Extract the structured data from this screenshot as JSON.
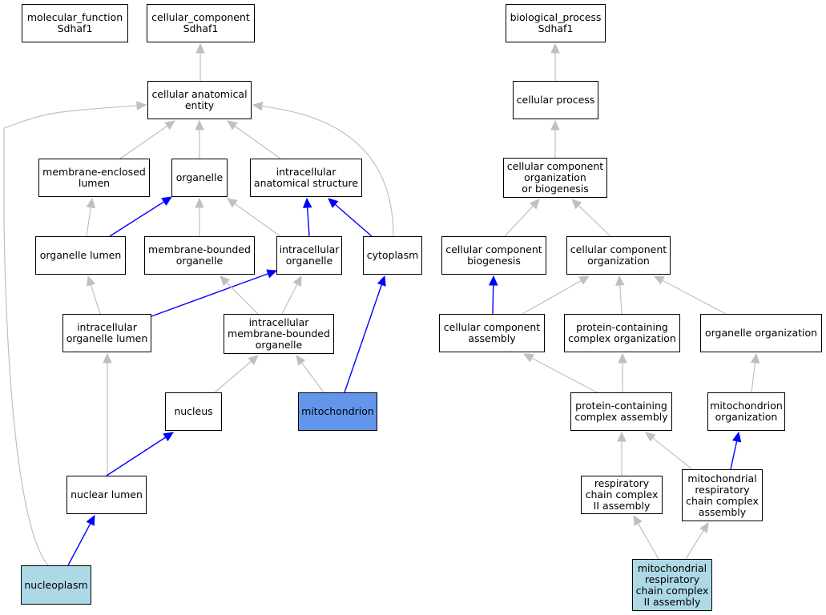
{
  "colors": {
    "plain_fill": "#ffffff",
    "selected_fill": "#6495ed",
    "query_fill": "#add8e6",
    "gray_edge": "#c0c0c0",
    "blue_edge": "#0000ff",
    "border": "#000000"
  },
  "nodes": [
    {
      "id": "molecular_function",
      "lines": [
        "molecular_function",
        "Sdhaf1"
      ],
      "style": "plain"
    },
    {
      "id": "cellular_component",
      "lines": [
        "cellular_component",
        "Sdhaf1"
      ],
      "style": "plain"
    },
    {
      "id": "biological_process",
      "lines": [
        "biological_process",
        "Sdhaf1"
      ],
      "style": "plain"
    },
    {
      "id": "cellular_anatomical_entity",
      "lines": [
        "cellular anatomical",
        "entity"
      ],
      "style": "plain"
    },
    {
      "id": "cellular_process",
      "lines": [
        "cellular process"
      ],
      "style": "plain"
    },
    {
      "id": "membrane_enclosed_lumen",
      "lines": [
        "membrane-enclosed",
        "lumen"
      ],
      "style": "plain"
    },
    {
      "id": "organelle",
      "lines": [
        "organelle"
      ],
      "style": "plain"
    },
    {
      "id": "intracellular_anatomical_structure",
      "lines": [
        "intracellular",
        "anatomical structure"
      ],
      "style": "plain"
    },
    {
      "id": "cc_org_or_biogenesis",
      "lines": [
        "cellular component",
        "organization",
        "or biogenesis"
      ],
      "style": "plain"
    },
    {
      "id": "organelle_lumen",
      "lines": [
        "organelle lumen"
      ],
      "style": "plain"
    },
    {
      "id": "membrane_bounded_organelle",
      "lines": [
        "membrane-bounded",
        "organelle"
      ],
      "style": "plain"
    },
    {
      "id": "intracellular_organelle",
      "lines": [
        "intracellular",
        "organelle"
      ],
      "style": "plain"
    },
    {
      "id": "cytoplasm",
      "lines": [
        "cytoplasm"
      ],
      "style": "plain"
    },
    {
      "id": "cc_biogenesis",
      "lines": [
        "cellular component",
        "biogenesis"
      ],
      "style": "plain"
    },
    {
      "id": "cc_organization",
      "lines": [
        "cellular component",
        "organization"
      ],
      "style": "plain"
    },
    {
      "id": "intracellular_organelle_lumen",
      "lines": [
        "intracellular",
        "organelle lumen"
      ],
      "style": "plain"
    },
    {
      "id": "intracellular_membrane_bounded_organelle",
      "lines": [
        "intracellular",
        "membrane-bounded",
        "organelle"
      ],
      "style": "plain"
    },
    {
      "id": "cc_assembly",
      "lines": [
        "cellular component",
        "assembly"
      ],
      "style": "plain"
    },
    {
      "id": "protein_complex_organization",
      "lines": [
        "protein-containing",
        "complex organization"
      ],
      "style": "plain"
    },
    {
      "id": "organelle_organization",
      "lines": [
        "organelle organization"
      ],
      "style": "plain"
    },
    {
      "id": "nucleus",
      "lines": [
        "nucleus"
      ],
      "style": "plain"
    },
    {
      "id": "mitochondrion",
      "lines": [
        "mitochondrion"
      ],
      "style": "selected"
    },
    {
      "id": "protein_complex_assembly",
      "lines": [
        "protein-containing",
        "complex assembly"
      ],
      "style": "plain"
    },
    {
      "id": "mitochondrion_organization",
      "lines": [
        "mitochondrion",
        "organization"
      ],
      "style": "plain"
    },
    {
      "id": "nuclear_lumen",
      "lines": [
        "nuclear lumen"
      ],
      "style": "plain"
    },
    {
      "id": "respiratory_chain_complex_ii_assembly",
      "lines": [
        "respiratory",
        "chain complex",
        "II assembly"
      ],
      "style": "plain"
    },
    {
      "id": "mito_resp_chain_complex_assembly",
      "lines": [
        "mitochondrial",
        "respiratory",
        "chain complex",
        "assembly"
      ],
      "style": "plain"
    },
    {
      "id": "nucleoplasm",
      "lines": [
        "nucleoplasm"
      ],
      "style": "query"
    },
    {
      "id": "mito_resp_chain_complex_ii_assembly",
      "lines": [
        "mitochondrial",
        "respiratory",
        "chain complex",
        "II assembly"
      ],
      "style": "query"
    }
  ],
  "edges": [
    {
      "from": "cellular_anatomical_entity",
      "to": "cellular_component",
      "color": "gray"
    },
    {
      "from": "cellular_process",
      "to": "biological_process",
      "color": "gray"
    },
    {
      "from": "membrane_enclosed_lumen",
      "to": "cellular_anatomical_entity",
      "color": "gray"
    },
    {
      "from": "organelle",
      "to": "cellular_anatomical_entity",
      "color": "gray"
    },
    {
      "from": "intracellular_anatomical_structure",
      "to": "cellular_anatomical_entity",
      "color": "gray"
    },
    {
      "from": "cytoplasm",
      "to": "cellular_anatomical_entity",
      "color": "gray"
    },
    {
      "from": "nucleoplasm",
      "to": "cellular_anatomical_entity",
      "color": "gray"
    },
    {
      "from": "cc_org_or_biogenesis",
      "to": "cellular_process",
      "color": "gray"
    },
    {
      "from": "organelle_lumen",
      "to": "membrane_enclosed_lumen",
      "color": "gray"
    },
    {
      "from": "organelle_lumen",
      "to": "organelle",
      "color": "blue"
    },
    {
      "from": "membrane_bounded_organelle",
      "to": "organelle",
      "color": "gray"
    },
    {
      "from": "intracellular_organelle",
      "to": "organelle",
      "color": "gray"
    },
    {
      "from": "intracellular_organelle",
      "to": "intracellular_anatomical_structure",
      "color": "blue"
    },
    {
      "from": "cytoplasm",
      "to": "intracellular_anatomical_structure",
      "color": "blue"
    },
    {
      "from": "cc_biogenesis",
      "to": "cc_org_or_biogenesis",
      "color": "gray"
    },
    {
      "from": "cc_organization",
      "to": "cc_org_or_biogenesis",
      "color": "gray"
    },
    {
      "from": "intracellular_organelle_lumen",
      "to": "organelle_lumen",
      "color": "gray"
    },
    {
      "from": "intracellular_organelle_lumen",
      "to": "intracellular_organelle",
      "color": "blue"
    },
    {
      "from": "intracellular_membrane_bounded_organelle",
      "to": "membrane_bounded_organelle",
      "color": "gray"
    },
    {
      "from": "intracellular_membrane_bounded_organelle",
      "to": "intracellular_organelle",
      "color": "gray"
    },
    {
      "from": "mitochondrion",
      "to": "cytoplasm",
      "color": "blue"
    },
    {
      "from": "cc_assembly",
      "to": "cc_biogenesis",
      "color": "blue"
    },
    {
      "from": "cc_assembly",
      "to": "cc_organization",
      "color": "gray"
    },
    {
      "from": "protein_complex_organization",
      "to": "cc_organization",
      "color": "gray"
    },
    {
      "from": "organelle_organization",
      "to": "cc_organization",
      "color": "gray"
    },
    {
      "from": "nuclear_lumen",
      "to": "intracellular_organelle_lumen",
      "color": "gray"
    },
    {
      "from": "nucleus",
      "to": "intracellular_membrane_bounded_organelle",
      "color": "gray"
    },
    {
      "from": "mitochondrion",
      "to": "intracellular_membrane_bounded_organelle",
      "color": "gray"
    },
    {
      "from": "protein_complex_assembly",
      "to": "cc_assembly",
      "color": "gray"
    },
    {
      "from": "protein_complex_assembly",
      "to": "protein_complex_organization",
      "color": "gray"
    },
    {
      "from": "mitochondrion_organization",
      "to": "organelle_organization",
      "color": "gray"
    },
    {
      "from": "nuclear_lumen",
      "to": "nucleus",
      "color": "blue"
    },
    {
      "from": "respiratory_chain_complex_ii_assembly",
      "to": "protein_complex_assembly",
      "color": "gray"
    },
    {
      "from": "mito_resp_chain_complex_assembly",
      "to": "protein_complex_assembly",
      "color": "gray"
    },
    {
      "from": "mito_resp_chain_complex_assembly",
      "to": "mitochondrion_organization",
      "color": "blue"
    },
    {
      "from": "nucleoplasm",
      "to": "nuclear_lumen",
      "color": "blue"
    },
    {
      "from": "mito_resp_chain_complex_ii_assembly",
      "to": "respiratory_chain_complex_ii_assembly",
      "color": "gray"
    },
    {
      "from": "mito_resp_chain_complex_ii_assembly",
      "to": "mito_resp_chain_complex_assembly",
      "color": "gray"
    }
  ]
}
